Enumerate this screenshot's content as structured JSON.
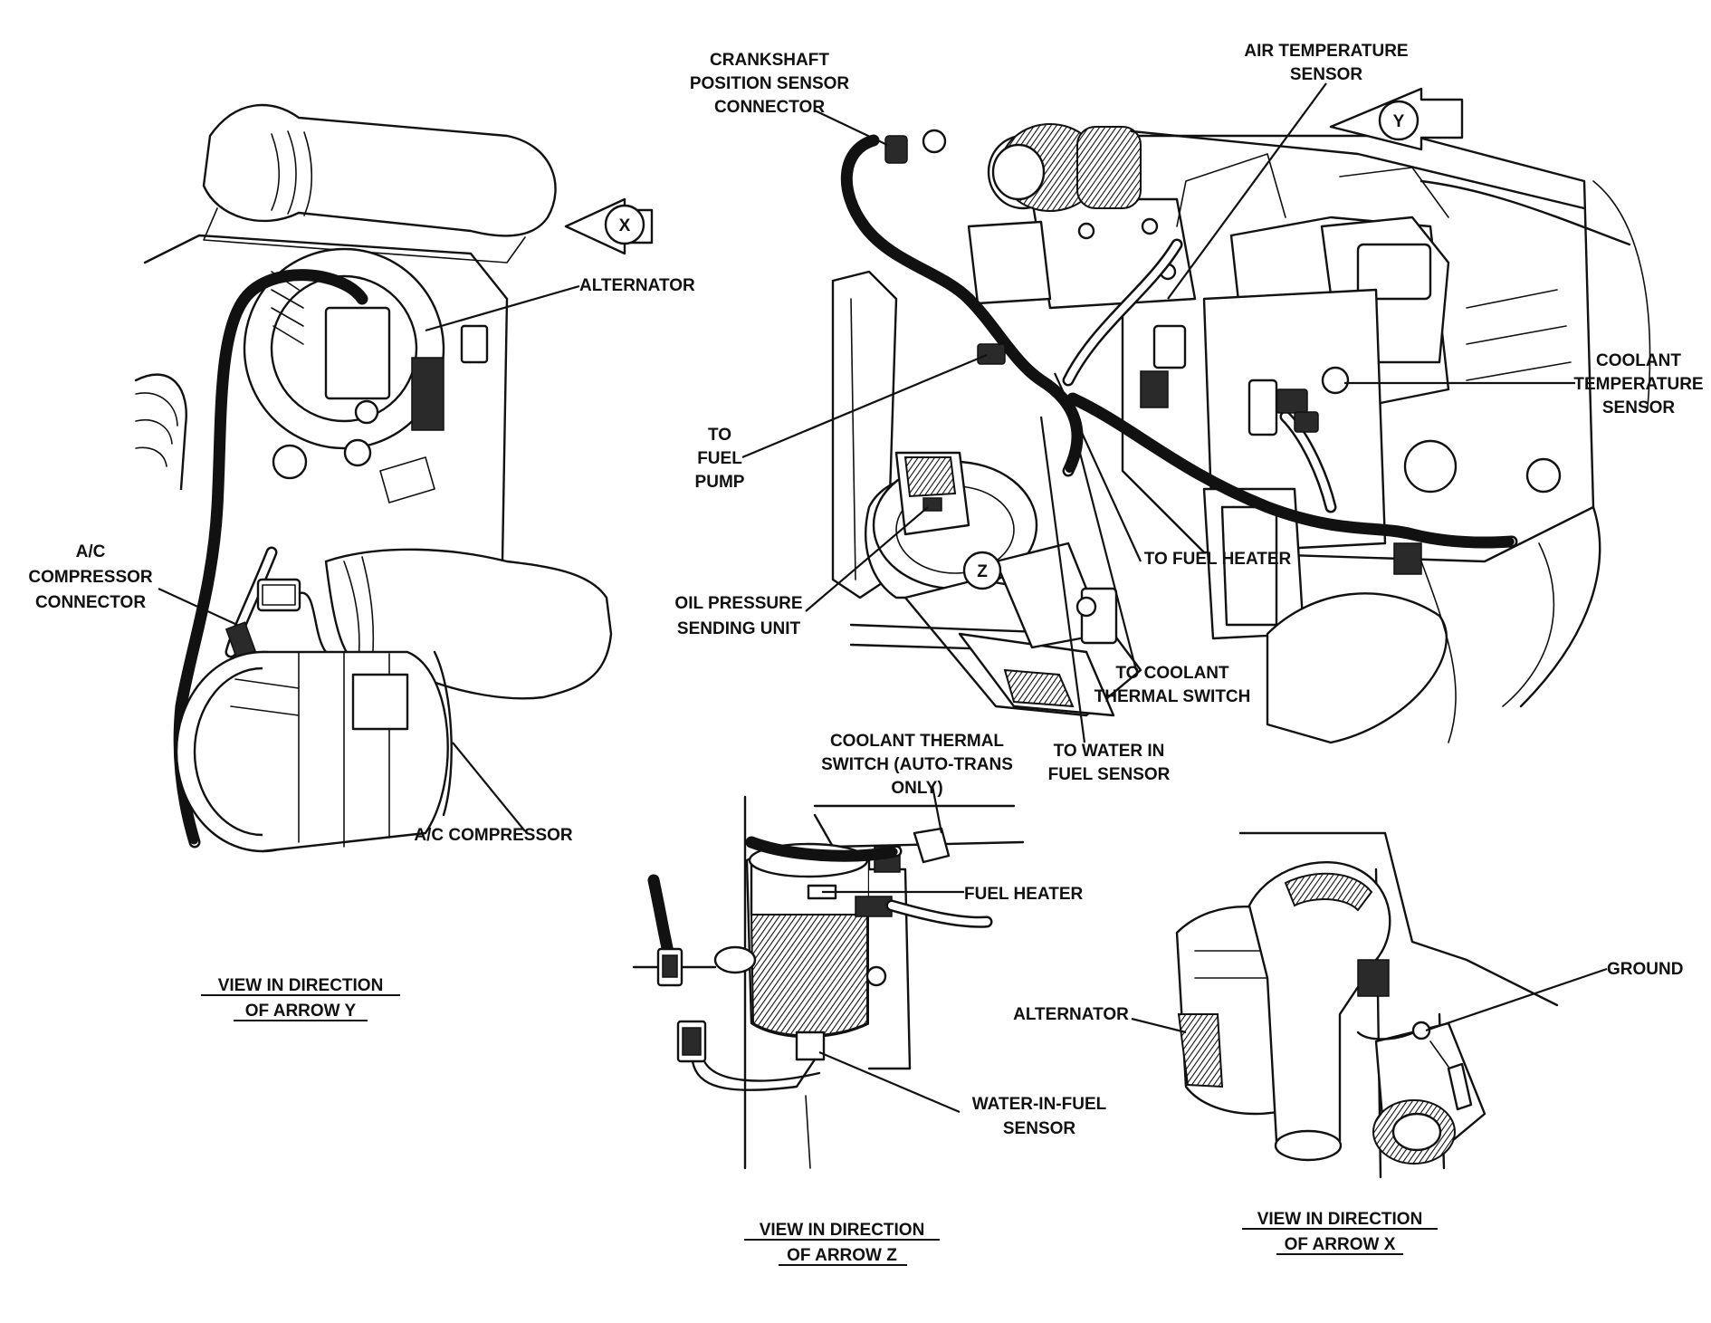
{
  "labels": {
    "alternator_top": "ALTERNATOR",
    "ac_connector_1": "A/C",
    "ac_connector_2": "COMPRESSOR",
    "ac_connector_3": "CONNECTOR",
    "ac_compressor": "A/C COMPRESSOR",
    "view_y_1": "VIEW IN DIRECTION",
    "view_y_2": "OF ARROW Y",
    "crank_1": "CRANKSHAFT",
    "crank_2": "POSITION SENSOR",
    "crank_3": "CONNECTOR",
    "air_temp_1": "AIR TEMPERATURE",
    "air_temp_2": "SENSOR",
    "coolant_temp_1": "COOLANT",
    "coolant_temp_2": "TEMPERATURE",
    "coolant_temp_3": "SENSOR",
    "fuel_pump_1": "TO",
    "fuel_pump_2": "FUEL",
    "fuel_pump_3": "PUMP",
    "oil_pressure_1": "OIL PRESSURE",
    "oil_pressure_2": "SENDING UNIT",
    "to_fuel_heater": "TO FUEL HEATER",
    "to_coolant_1": "TO COOLANT",
    "to_coolant_2": "THERMAL SWITCH",
    "to_water_1": "TO WATER IN",
    "to_water_2": "FUEL SENSOR",
    "coolant_switch_1": "COOLANT THERMAL",
    "coolant_switch_2": "SWITCH (AUTO-TRANS",
    "coolant_switch_3": "ONLY)",
    "fuel_heater": "FUEL HEATER",
    "water_in_fuel_1": "WATER-IN-FUEL",
    "water_in_fuel_2": "SENSOR",
    "view_z_1": "VIEW IN DIRECTION",
    "view_z_2": "OF ARROW Z",
    "alternator_bottom": "ALTERNATOR",
    "ground": "GROUND",
    "view_x_1": "VIEW IN DIRECTION",
    "view_x_2": "OF ARROW X"
  },
  "arrows": {
    "x": "X",
    "y": "Y",
    "z": "Z"
  }
}
